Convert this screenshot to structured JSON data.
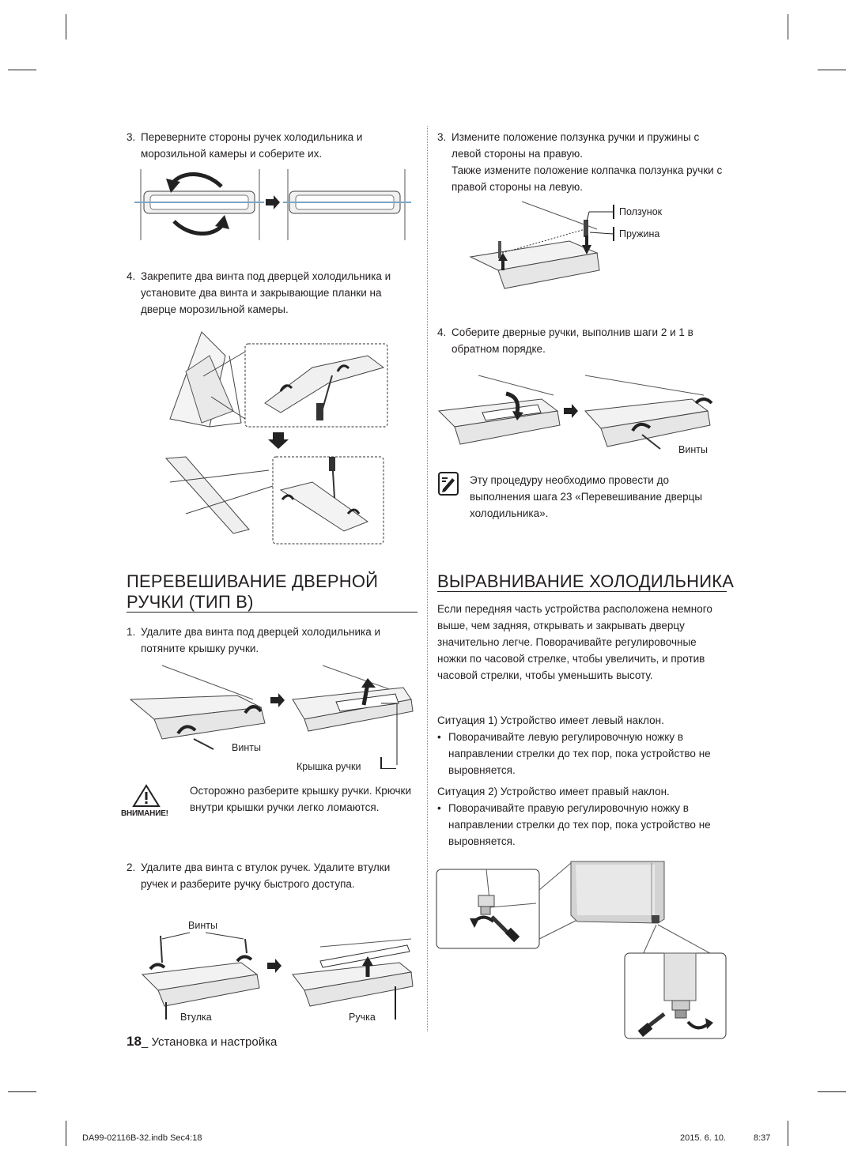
{
  "left": {
    "step3": {
      "num": "3.",
      "text": "Переверните стороны ручек холодильника и морозильной камеры и соберите их."
    },
    "step4": {
      "num": "4.",
      "text": "Закрепите два винта под дверцей холодильника и установите два винта и закрывающие планки на дверце морозильной камеры."
    },
    "section_title_line1": "ПЕРЕВЕШИВАНИЕ ДВЕРНОЙ",
    "section_title_line2": "РУЧКИ (ТИП B)",
    "b_step1": {
      "num": "1.",
      "text": "Удалите два винта под дверцей холодильника и потяните крышку ручки."
    },
    "label_screws_1": "Винты",
    "label_handle_cover": "Крышка ручки",
    "caution_badge": "ВНИМАНИЕ!",
    "caution_text": "Осторожно разберите крышку ручки. Крючки внутри крышки ручки легко ломаются.",
    "b_step2": {
      "num": "2.",
      "text": "Удалите два винта с втулок ручек. Удалите втулки ручек и разберите ручку быстрого доступа."
    },
    "label_screws_2": "Винты",
    "label_bushing": "Втулка",
    "label_handle": "Ручка"
  },
  "right": {
    "step3": {
      "num": "3.",
      "text": "Измените положение ползунка ручки и пружины с левой стороны на правую.",
      "text2": "Также измените положение колпачка ползунка ручки с правой стороны на левую."
    },
    "label_slider": "Ползунок",
    "label_spring": "Пружина",
    "step4": {
      "num": "4.",
      "text": "Соберите дверные ручки, выполнив шаги 2 и 1 в обратном порядке."
    },
    "label_screws": "Винты",
    "note_text": "Эту процедуру необходимо провести до выполнения шага 23 «Перевешивание дверцы холодильника».",
    "section_title": "ВЫРАВНИВАНИЕ ХОЛОДИЛЬНИКА",
    "intro": "Если передняя часть устройства расположена немного выше, чем задняя, открывать и закрывать дверцу значительно легче. Поворачивайте регулировочные ножки по часовой стрелке, чтобы увеличить, и против часовой стрелки, чтобы уменьшить высоту.",
    "case1_title": "Ситуация 1) Устройство имеет левый наклон.",
    "case1_bullet": "Поворачивайте левую регулировочную ножку в направлении стрелки до тех пор, пока устройство не выровняется.",
    "case2_title": "Ситуация 2) Устройство имеет правый наклон.",
    "case2_bullet": "Поворачивайте правую регулировочную ножку в направлении стрелки до тех пор, пока устройство не выровняется.",
    "bullet_char": "•"
  },
  "page_footer": {
    "number": "18",
    "sep": "_",
    "section": "Установка и настройка"
  },
  "print_footer": {
    "file": "DA99-02116B-32.indb   Sec4:18",
    "date": "2015. 6. 10.",
    "time": "8:37"
  },
  "icons": [
    "arrow-right-icon",
    "arrow-down-icon",
    "rotate-arrow-icon",
    "note-pencil-icon",
    "caution-triangle-icon"
  ]
}
